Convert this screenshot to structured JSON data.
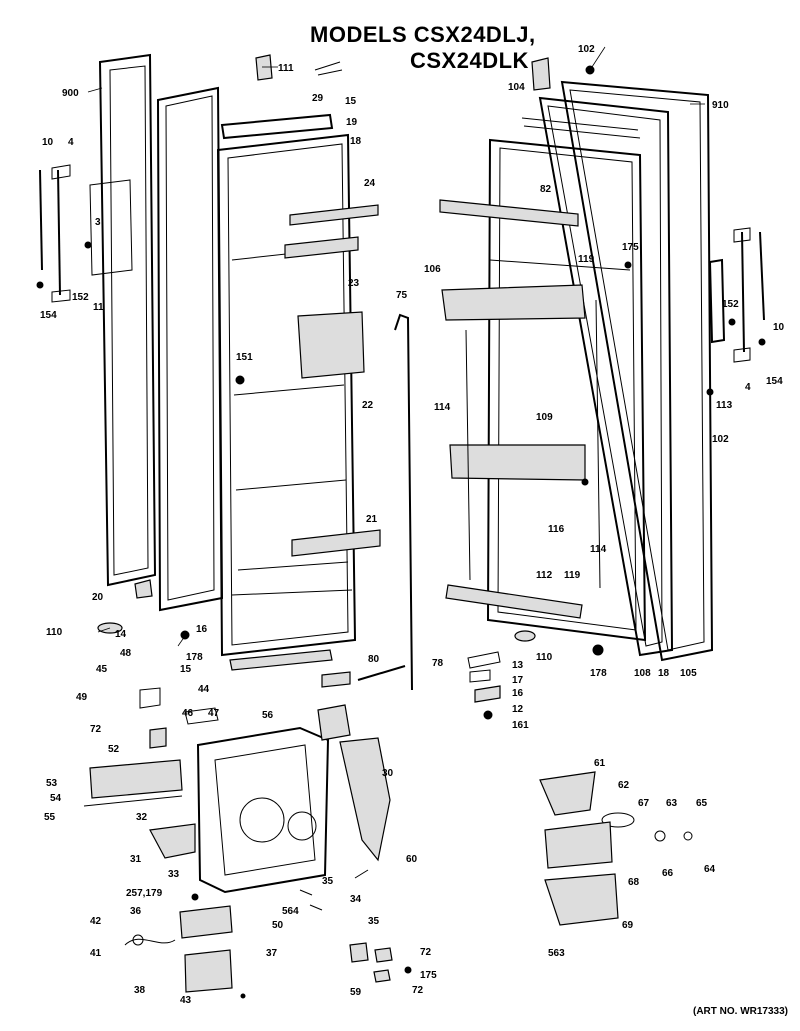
{
  "title_line1": "MODELS CSX24DLJ,",
  "title_line2": "CSX24DLK",
  "art_no": "(ART NO. WR17333)",
  "labels": [
    "111",
    "29",
    "15",
    "19",
    "18",
    "900",
    "24",
    "10",
    "4",
    "3",
    "152",
    "154",
    "11",
    "23",
    "151",
    "22",
    "21",
    "20",
    "110",
    "14",
    "16",
    "178",
    "15",
    "80",
    "78",
    "102",
    "910",
    "104",
    "82",
    "175",
    "106",
    "119",
    "75",
    "152",
    "154",
    "10",
    "4",
    "113",
    "102",
    "114",
    "109",
    "116",
    "114",
    "119",
    "112",
    "13",
    "17",
    "16",
    "12",
    "161",
    "110",
    "178",
    "108",
    "18",
    "105",
    "48",
    "45",
    "44",
    "49",
    "46",
    "47",
    "72",
    "56",
    "52",
    "30",
    "53",
    "54",
    "55",
    "32",
    "31",
    "61",
    "62",
    "67",
    "63",
    "65",
    "60",
    "33",
    "64",
    "66",
    "68",
    "257,179",
    "35",
    "564",
    "36",
    "34",
    "50",
    "35",
    "42",
    "69",
    "41",
    "37",
    "563",
    "72",
    "175",
    "38",
    "43",
    "59",
    "72"
  ]
}
